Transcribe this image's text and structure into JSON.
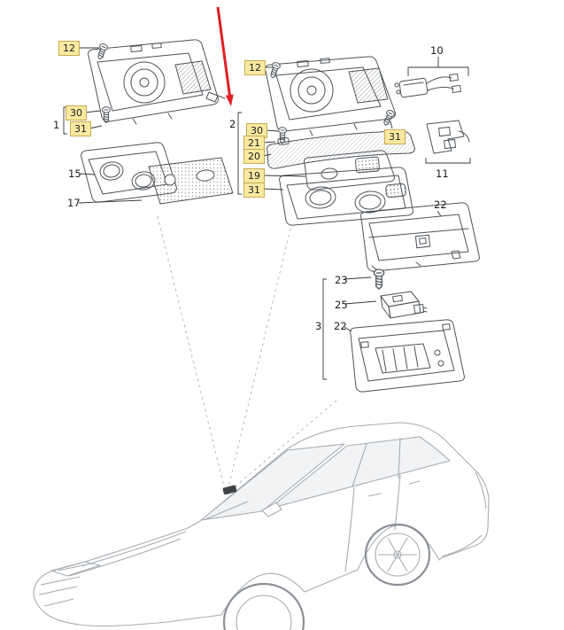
{
  "colors": {
    "highlight-bg": "#f8e9a1",
    "highlight-border": "#c9ab50",
    "arrow": "#e01f26"
  },
  "callouts": [
    {
      "label": "12",
      "highlighted": true
    },
    {
      "label": "30",
      "highlighted": true
    },
    {
      "label": "1",
      "highlighted": false
    },
    {
      "label": "31",
      "highlighted": true
    },
    {
      "label": "15",
      "highlighted": false
    },
    {
      "label": "17",
      "highlighted": false
    },
    {
      "label": "12",
      "highlighted": true
    },
    {
      "label": "2",
      "highlighted": false
    },
    {
      "label": "30",
      "highlighted": true
    },
    {
      "label": "21",
      "highlighted": true
    },
    {
      "label": "20",
      "highlighted": true
    },
    {
      "label": "19",
      "highlighted": true
    },
    {
      "label": "31",
      "highlighted": true
    },
    {
      "label": "10",
      "highlighted": false
    },
    {
      "label": "31",
      "highlighted": true
    },
    {
      "label": "11",
      "highlighted": false
    },
    {
      "label": "22",
      "highlighted": false
    },
    {
      "label": "23",
      "highlighted": false
    },
    {
      "label": "25",
      "highlighted": false
    },
    {
      "label": "3",
      "highlighted": false
    },
    {
      "label": "22",
      "highlighted": false
    }
  ]
}
